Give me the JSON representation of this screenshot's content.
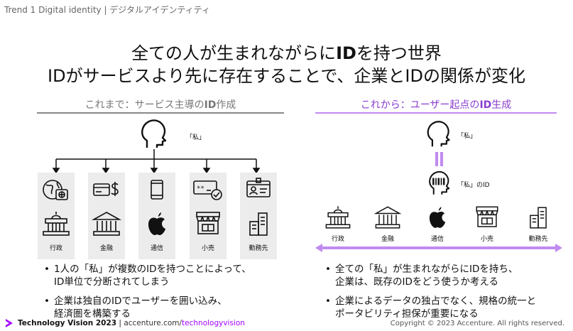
{
  "header": {
    "trend": "Trend 1 Digital identity | デジタルアイデンティティ"
  },
  "title": {
    "line1_pre": "全ての人が生まれながらに",
    "line1_bold": "ID",
    "line1_post": "を持つ世界",
    "line2": "IDがサービスより先に存在することで、企業とIDの関係が変化"
  },
  "left": {
    "heading_pre": "これまで：サービス主導の",
    "heading_bold": "ID",
    "heading_post": "作成",
    "person_label": "「私」",
    "cards": [
      {
        "label": "行政",
        "top_icon": "globe-passport-icon",
        "bottom_icon": "government-building-icon"
      },
      {
        "label": "金融",
        "top_icon": "card-dollar-icon",
        "bottom_icon": "bank-icon"
      },
      {
        "label": "通信",
        "top_icon": "smartphone-icon",
        "bottom_icon": "apple-logo-icon"
      },
      {
        "label": "小売",
        "top_icon": "password-check-icon",
        "bottom_icon": "storefront-icon"
      },
      {
        "label": "勤務先",
        "top_icon": "id-badge-icon",
        "bottom_icon": "office-building-icon"
      }
    ],
    "bullets": [
      "1人の「私」が複数のIDを持つことによって、\nID単位で分断されてしまう",
      "企業は独自のIDでユーザーを囲い込み、\n経済圏を構築する"
    ]
  },
  "right": {
    "heading_pre": "これから：ユーザー起点の",
    "heading_bold": "ID",
    "heading_post": "生成",
    "person_label": "「私」",
    "id_label": "「私」のID",
    "entities": [
      {
        "label": "行政",
        "icon": "government-building-icon"
      },
      {
        "label": "金融",
        "icon": "bank-icon"
      },
      {
        "label": "通信",
        "icon": "apple-logo-icon"
      },
      {
        "label": "小売",
        "icon": "storefront-icon"
      },
      {
        "label": "勤務先",
        "icon": "office-building-icon"
      }
    ],
    "bullets": [
      "全ての「私」が生まれながらにIDを持ち、\n企業は、既存のIDをどう使うか考える",
      "企業によるデータの独占でなく、規格の統一と\nポータビリティ担保が重要になる"
    ]
  },
  "footer": {
    "brand": "Technology Vision 2023",
    "sep": "|",
    "url_pre": "accenture.com/",
    "url_accent": "technologyvision",
    "copyright": "Copyright © 2023 Accenture. All rights reserved."
  },
  "colors": {
    "accent": "#a100ff",
    "accent_light": "#c08af0",
    "heading_purple": "#8a3fcf",
    "card_bg": "#ececec",
    "rule": "#888888"
  }
}
